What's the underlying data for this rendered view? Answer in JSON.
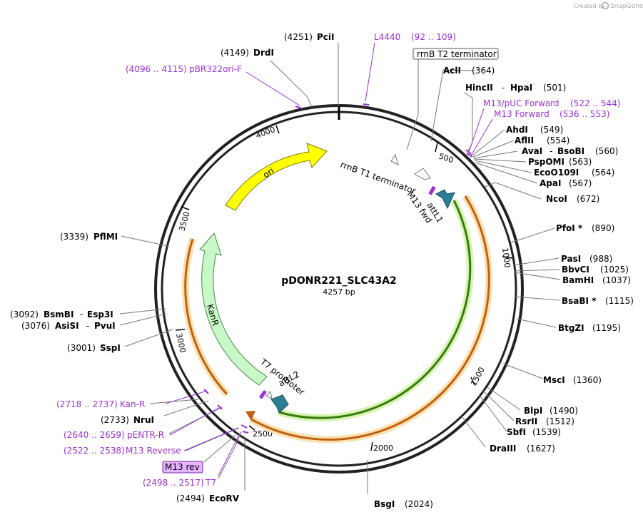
{
  "credit": {
    "text": "Created by",
    "brand": "SnapGene"
  },
  "plasmid": {
    "name": "pDONR221_SLC43A2",
    "size": "4257 bp"
  },
  "colors": {
    "primer": "#9b30d9",
    "ori": "#ffff00",
    "kanr": "#c8f7c8",
    "feature_teal": "#2a7f95",
    "orange": "#f0a030",
    "green": "#4a8a20"
  },
  "ticks": [
    "500",
    "1000",
    "1500",
    "2000",
    "2500",
    "3000",
    "3500",
    "4000"
  ],
  "features": {
    "ori": "ori",
    "kanr": "KanR",
    "rrnb_t1": "rrnB T1 terminator",
    "rrnb_t2": "rrnB T2 terminator",
    "attl1": "attL1",
    "m13_fwd": "M13 fwd",
    "t7_promoter": "T7 promoter",
    "attl2": "attL2",
    "m13_rev": "M13 rev"
  },
  "labels": {
    "pcii": {
      "pos": "(4251)",
      "name": "PciI"
    },
    "drdi": {
      "pos": "(4149)",
      "name": "DrdI"
    },
    "pbr322": {
      "pos": "(4096 .. 4115)",
      "name": "pBR322ori-F"
    },
    "l4440": {
      "name": "L4440",
      "pos": "(92 .. 109)"
    },
    "acli": {
      "name": "AclI",
      "pos": "(364)"
    },
    "hincii": {
      "name": "HincII",
      "sep": "-",
      "name2": "HpaI",
      "pos": "(501)"
    },
    "m13puc": {
      "name": "M13/pUC Forward",
      "pos": "(522 .. 544)"
    },
    "m13fwd": {
      "name": "M13 Forward",
      "pos": "(536 .. 553)"
    },
    "ahdi": {
      "name": "AhdI",
      "pos": "(549)"
    },
    "aflii": {
      "name": "AflII",
      "pos": "(554)"
    },
    "avai": {
      "name": "AvaI",
      "sep": "-",
      "name2": "BsoBI",
      "pos": "(560)"
    },
    "pspomi": {
      "name": "PspOMI",
      "pos": "(563)"
    },
    "eco0109i": {
      "name": "EcoO109I",
      "pos": "(564)"
    },
    "apai": {
      "name": "ApaI",
      "pos": "(567)"
    },
    "ncoi": {
      "name": "NcoI",
      "pos": "(672)"
    },
    "pfoi": {
      "name": "PfoI *",
      "pos": "(890)"
    },
    "pasi": {
      "name": "PasI",
      "pos": "(988)"
    },
    "bbvci": {
      "name": "BbvCI",
      "pos": "(1025)"
    },
    "bamhi": {
      "name": "BamHI",
      "pos": "(1037)"
    },
    "bsabi": {
      "name": "BsaBI *",
      "pos": "(1115)"
    },
    "btgzi": {
      "name": "BtgZI",
      "pos": "(1195)"
    },
    "msci": {
      "name": "MscI",
      "pos": "(1360)"
    },
    "blpi": {
      "name": "BlpI",
      "pos": "(1490)"
    },
    "rsrii": {
      "name": "RsrII",
      "pos": "(1512)"
    },
    "sbfi": {
      "name": "SbfI",
      "pos": "(1539)"
    },
    "draiii": {
      "name": "DraIII",
      "pos": "(1627)"
    },
    "bsgi": {
      "name": "BsgI",
      "pos": "(2024)"
    },
    "ecorv": {
      "pos": "(2494)",
      "name": "EcoRV"
    },
    "t7": {
      "pos": "(2498 .. 2517)",
      "name": "T7"
    },
    "m13reverse": {
      "pos": "(2522 .. 2538)",
      "name": "M13 Reverse"
    },
    "pentr": {
      "pos": "(2640 .. 2659)",
      "name": "pENTR-R"
    },
    "nrui": {
      "pos": "(2733)",
      "name": "NruI"
    },
    "kan_r": {
      "pos": "(2718 .. 2737)",
      "name": "Kan-R"
    },
    "sspi": {
      "pos": "(3001)",
      "name": "SspI"
    },
    "asisi": {
      "pos": "(3076)",
      "name": "AsiSI",
      "sep": "-",
      "name2": "PvuI"
    },
    "bsmbi": {
      "pos": "(3092)",
      "name": "BsmBI",
      "sep": "-",
      "name2": "Esp3I"
    },
    "pflmi": {
      "pos": "(3339)",
      "name": "PflMI"
    }
  }
}
